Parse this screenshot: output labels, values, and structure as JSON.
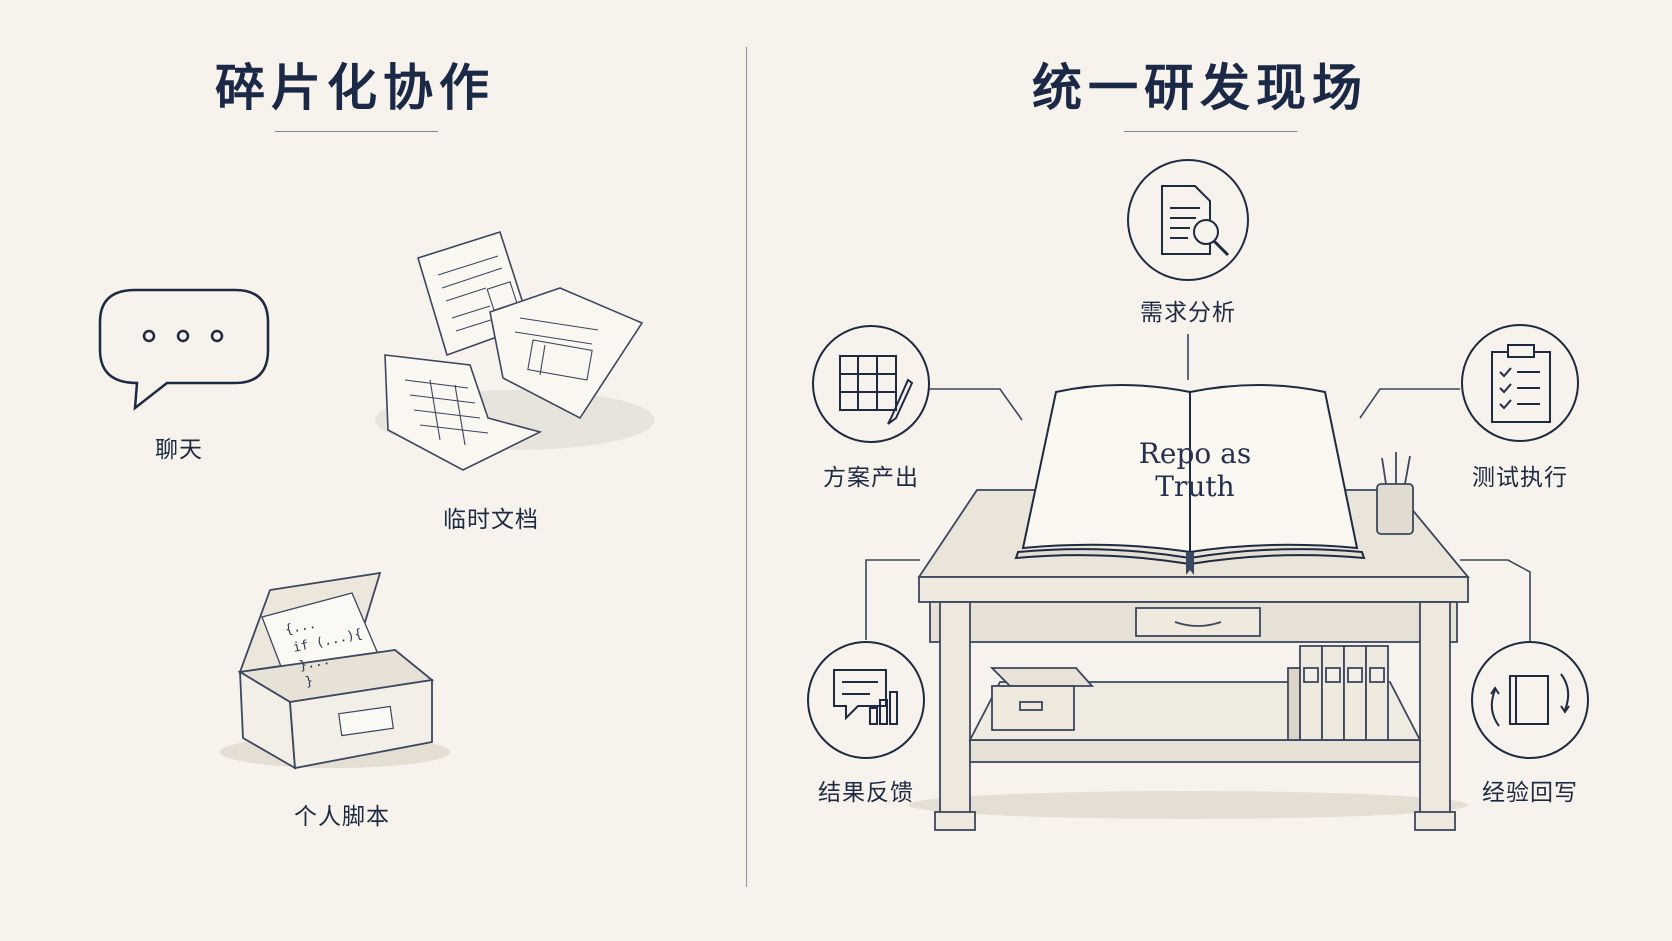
{
  "left": {
    "title": "碎片化协作",
    "items": {
      "chat": "聊天",
      "temp_docs": "临时文档",
      "personal_scripts": "个人脚本"
    },
    "script_lines": [
      "{...",
      "if (...){",
      "}...",
      "}"
    ]
  },
  "right": {
    "title": "统一研发现场",
    "center_book": "Repo as Truth",
    "items": {
      "requirements": "需求分析",
      "solution": "方案产出",
      "testing": "测试执行",
      "feedback": "结果反馈",
      "writeback": "经验回写"
    }
  },
  "colors": {
    "background": "#f7f3ec",
    "ink": "#1d2a44",
    "line": "#3b4660"
  },
  "icons": {
    "chat": "speech-bubble-icon",
    "temp_docs": "scattered-papers-icon",
    "personal_scripts": "open-box-icon",
    "requirements": "document-search-icon",
    "solution": "grid-pencil-icon",
    "testing": "clipboard-checklist-icon",
    "feedback": "message-chart-icon",
    "writeback": "book-cycle-icon"
  }
}
